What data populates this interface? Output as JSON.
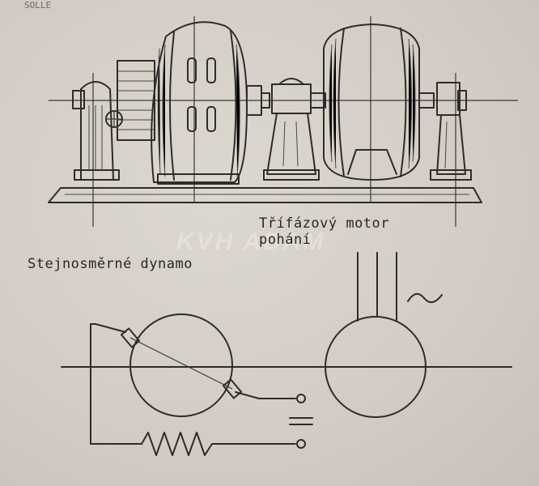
{
  "labels": {
    "motor_line1": "Třífázový motor",
    "motor_line2": "pohání",
    "dynamo": "Stejnosměrné dynamo"
  },
  "watermark": "KVH ADAM",
  "corner_text": "SOLLE",
  "symbols": {
    "ac": "~"
  },
  "colors": {
    "ink": "#2e2b2a",
    "paper": "#d6d0c8"
  }
}
